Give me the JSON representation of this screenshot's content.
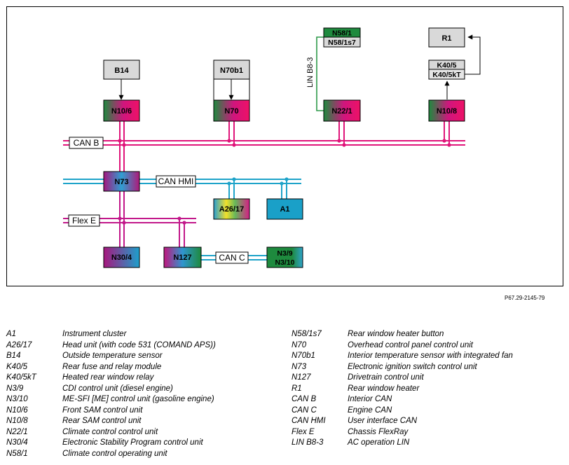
{
  "figure_ref": "P67.29-2145-79",
  "nodes": {
    "B14": "B14",
    "N10_6": "N10/6",
    "N70b1": "N70b1",
    "N70": "N70",
    "N58_1": "N58/1",
    "N58_1s7": "N58/1s7",
    "N22_1": "N22/1",
    "R1": "R1",
    "K40_5": "K40/5",
    "K40_5kT": "K40/5kT",
    "N10_8": "N10/8",
    "N73": "N73",
    "A26_17": "A26/17",
    "A1": "A1",
    "N30_4": "N30/4",
    "N127": "N127",
    "N3_9": "N3/9",
    "N3_10": "N3/10"
  },
  "bus_labels": {
    "can_b": "CAN B",
    "can_hmi": "CAN HMI",
    "flex_e": "Flex E",
    "can_c": "CAN C",
    "lin": "LIN B8-3"
  },
  "colors": {
    "can_b_bus": "#e0157a",
    "can_hmi_bus": "#1ea3c9",
    "flex_e_bus": "#c2188a",
    "can_c_bus": "#1ea3c9",
    "lin_bus": "#2e9a4a",
    "sensor_box": "#d9d9d9",
    "a1_box": "#1aa0c8"
  },
  "legend": {
    "left": [
      {
        "code": "A1",
        "desc": "Instrument cluster"
      },
      {
        "code": "A26/17",
        "desc": "Head unit (with code 531 (COMAND APS))"
      },
      {
        "code": "B14",
        "desc": "Outside temperature sensor"
      },
      {
        "code": "K40/5",
        "desc": "Rear fuse and relay module"
      },
      {
        "code": "K40/5kT",
        "desc": "Heated rear window relay"
      },
      {
        "code": "N3/9",
        "desc": "CDI control unit (diesel engine)"
      },
      {
        "code": "N3/10",
        "desc": "ME-SFI [ME] control unit (gasoline engine)"
      },
      {
        "code": "N10/6",
        "desc": "Front SAM control unit"
      },
      {
        "code": "N10/8",
        "desc": "Rear SAM control unit"
      },
      {
        "code": "N22/1",
        "desc": "Climate control control unit"
      },
      {
        "code": "N30/4",
        "desc": "Electronic Stability Program control unit"
      },
      {
        "code": "N58/1",
        "desc": "Climate control operating unit"
      }
    ],
    "right": [
      {
        "code": "N58/1s7",
        "desc": "Rear window heater button"
      },
      {
        "code": "N70",
        "desc": "Overhead control panel control unit"
      },
      {
        "code": "N70b1",
        "desc": "Interior temperature sensor with integrated fan"
      },
      {
        "code": "N73",
        "desc": "Electronic ignition switch control unit"
      },
      {
        "code": "N127",
        "desc": "Drivetrain control unit"
      },
      {
        "code": "R1",
        "desc": "Rear window heater"
      },
      {
        "code": "CAN B",
        "desc": "Interior CAN"
      },
      {
        "code": "CAN C",
        "desc": "Engine CAN"
      },
      {
        "code": "CAN HMI",
        "desc": "User interface CAN"
      },
      {
        "code": "Flex E",
        "desc": "Chassis FlexRay"
      },
      {
        "code": "LIN B8-3",
        "desc": "AC operation LIN"
      }
    ]
  }
}
